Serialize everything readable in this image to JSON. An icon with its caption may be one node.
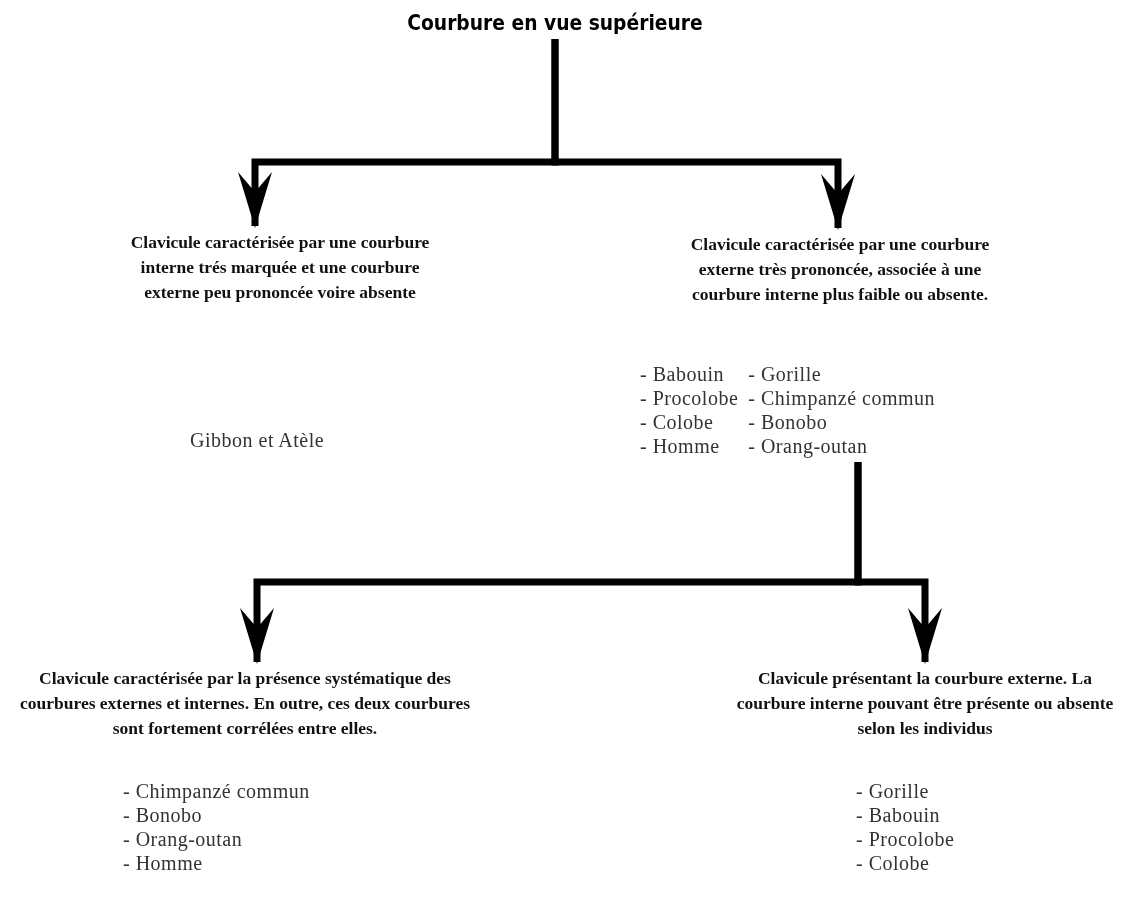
{
  "diagram": {
    "nodes": [
      {
        "text": [
          "Courbure en vue supérieure"
        ]
      },
      {
        "text": [
          "Clavicule caractérisée par une courbure interne trés marquée et une courbure externe peu prononcée voire absente"
        ]
      },
      {
        "text": [
          "Clavicule caractérisée par une courbure externe très prononcée, associée à une courbure interne plus faible ou absente."
        ]
      },
      {
        "text": [
          "- Babouin",
          "- Procolobe",
          "- Colobe",
          "- Homme",
          "- Gorille",
          "- Chimpanzé commun",
          "- Bonobo",
          "- Orang-outan"
        ]
      },
      {
        "text": [
          "Clavicule caractérisée par la présence systématique des courbures externes et internes. En outre, ces deux courbures sont fortement corrélées entre elles."
        ],
        "beside": [
          "- Chimpanzé commun",
          "- Bonobo",
          "- Orang-outan",
          "- Homme"
        ]
      },
      {
        "text": [
          "Clavicule présentant la courbure externe. La courbure interne pouvant être présente ou absente selon les individus"
        ],
        "beside": [
          "- Gorille",
          "- Babouin",
          "- Procolobe",
          "- Colobe"
        ]
      }
    ],
    "edges": [
      {
        "from": 0,
        "to": 1,
        "arrow": "to"
      },
      {
        "from": 0,
        "to": 2,
        "arrow": "to"
      },
      {
        "from": 3,
        "to": 4,
        "arrow": "to"
      },
      {
        "from": 3,
        "to": 5,
        "arrow": "to"
      }
    ],
    "labels": [
      "Gibbon et Atèle"
    ]
  }
}
